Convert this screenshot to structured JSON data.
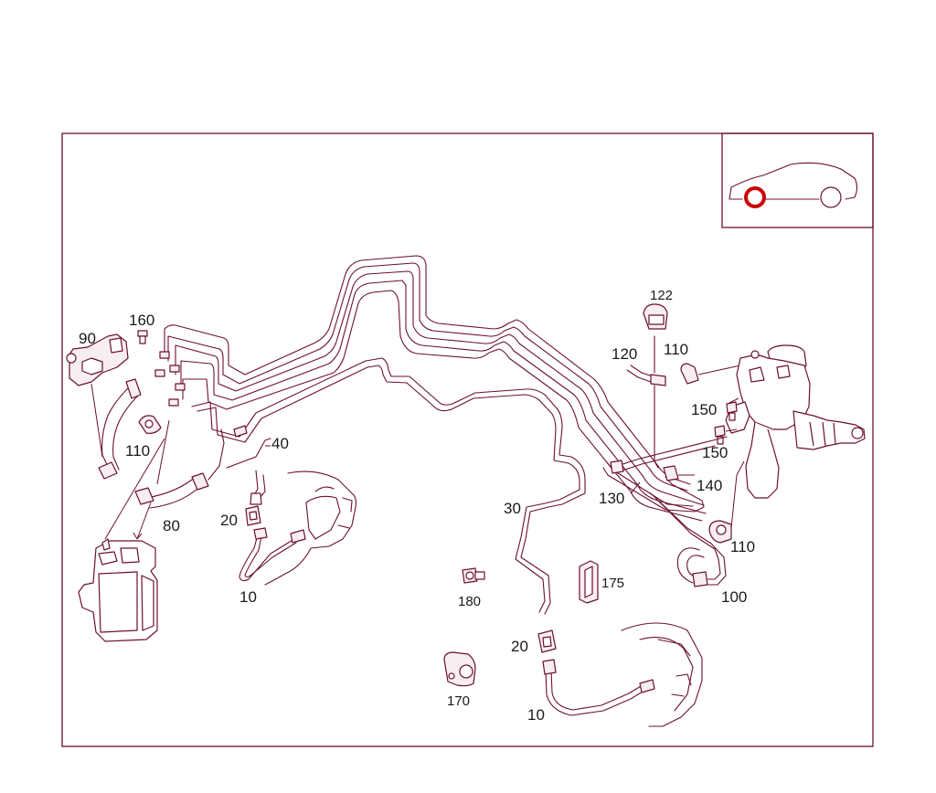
{
  "diagram": {
    "callouts": {
      "c90": "90",
      "c160": "160",
      "c110_left": "110",
      "c80": "80",
      "c40": "40",
      "c20_left": "20",
      "c10_left": "10",
      "c122": "122",
      "c120": "120",
      "c110_top": "110",
      "c150_top": "150",
      "c150_mid": "150",
      "c140": "140",
      "c130": "130",
      "c110_right": "110",
      "c100": "100",
      "c30": "30",
      "c175": "175",
      "c180": "180",
      "c20_right": "20",
      "c170": "170",
      "c10_right": "10"
    },
    "colors": {
      "line": "#6b1030",
      "text": "#1a1a1a",
      "wheel_highlight": "#cc0000"
    },
    "icons": [
      "car-silhouette-icon"
    ]
  }
}
